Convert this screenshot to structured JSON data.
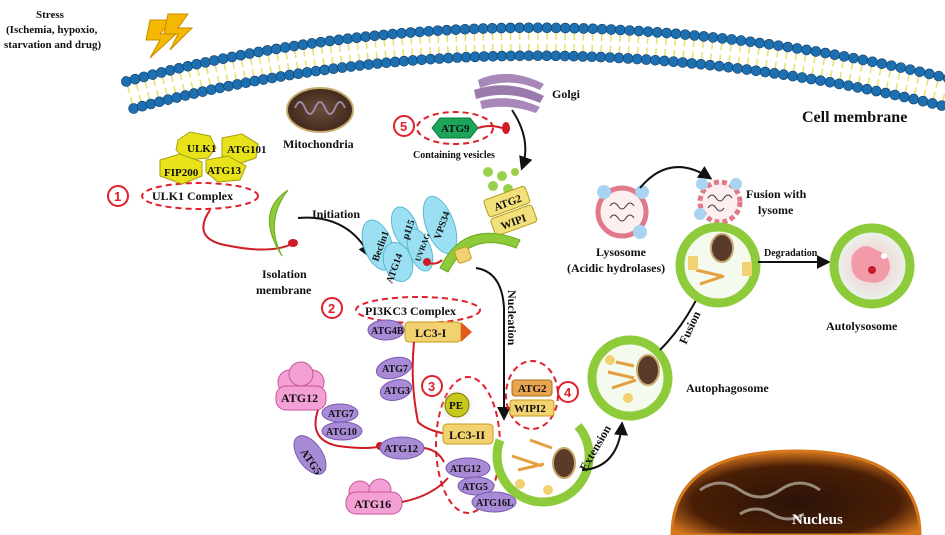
{
  "stress": {
    "line1": "Stress",
    "line2": "(Ischemia, hypoxio,",
    "line3": "starvation and drug)"
  },
  "cell_membrane": "Cell membrane",
  "mitochondria": "Mitochondria",
  "golgi": "Golgi",
  "step5": {
    "num": "5",
    "protein": "ATG9",
    "caption": "Containing vesicles"
  },
  "ulk1_complex": {
    "ulk1": "ULK1",
    "atg101": "ATG101",
    "fip200": "FIP200",
    "atg13": "ATG13",
    "num": "1",
    "label": "ULK1 Complex"
  },
  "initiation": "Initiation",
  "isolation_membrane": {
    "line1": "Isolation",
    "line2": "membrane"
  },
  "pi3kc3": {
    "beclin1": "Beclin1",
    "p115": "p115",
    "uvrag": "UVRAG",
    "vps34": "VPS34",
    "atg14": "ATG14",
    "num": "2",
    "label": "PI3KC3 Complex"
  },
  "atg2_wipi": {
    "atg2": "ATG2",
    "wipi": "WIPI"
  },
  "nucleation": "Nucleation",
  "lc3_path": {
    "atg4b": "ATG4B",
    "lc3i": "LC3-I",
    "atg7": "ATG7",
    "atg3": "ATG3",
    "num": "3",
    "pe": "PE",
    "lc3ii": "LC3-II"
  },
  "conjugation": {
    "atg12": "ATG12",
    "atg7": "ATG7",
    "atg10": "ATG10",
    "atg5": "ATG5",
    "atg12b": "ATG12",
    "atg16": "ATG16",
    "cplx_atg12": "ATG12",
    "cplx_atg5": "ATG5",
    "cplx_atg16l": "ATG16L"
  },
  "step4": {
    "num": "4",
    "atg2": "ATG2",
    "wipi2": "WIPI2"
  },
  "extension": "Extension",
  "autophagosome": "Autophagosome",
  "fusion": "Fusion",
  "lysosome": {
    "line1": "Lysosome",
    "line2": "(Acidic hydrolases)"
  },
  "fusion_with": {
    "line1": "Fusion with",
    "line2": "lysome"
  },
  "degradation": "Degradation",
  "autolysosome": "Autolysosome",
  "nucleus": "Nucleus",
  "colors": {
    "membrane_head": "#1e6fb0",
    "membrane_tail": "#e8e26a",
    "vesicle_green": "#8ecb3a",
    "dash_red": "#e0202a",
    "atg_purple": "#a98ad6",
    "lc3_yellow": "#f2d170",
    "pink": "#f2a0d0",
    "cyan": "#a8e4f2",
    "orange": "#e8b064"
  }
}
